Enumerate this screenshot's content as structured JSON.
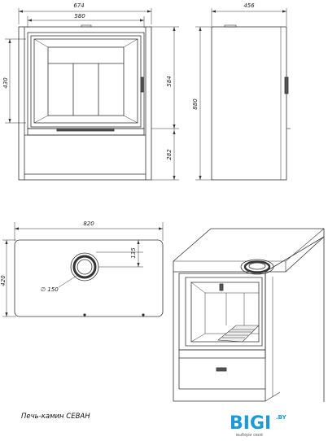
{
  "front_view": {
    "dim_overall_width": "674",
    "dim_door_width": "580",
    "dim_glass_height": "430",
    "dim_door_height": "584",
    "dim_base_height": "282"
  },
  "side_view": {
    "dim_depth": "456",
    "dim_total_height": "880"
  },
  "top_view": {
    "dim_width": "820",
    "dim_depth": "420",
    "dim_flue_offset": "135",
    "dim_flue_diameter": "∅ 150"
  },
  "caption": "Печь-камин  СЕВАН",
  "brand": {
    "name": "BIGI",
    "suffix": ".BY",
    "tagline": "выбери своё"
  },
  "colors": {
    "brand": "#1a9bd7",
    "line": "#333333"
  }
}
